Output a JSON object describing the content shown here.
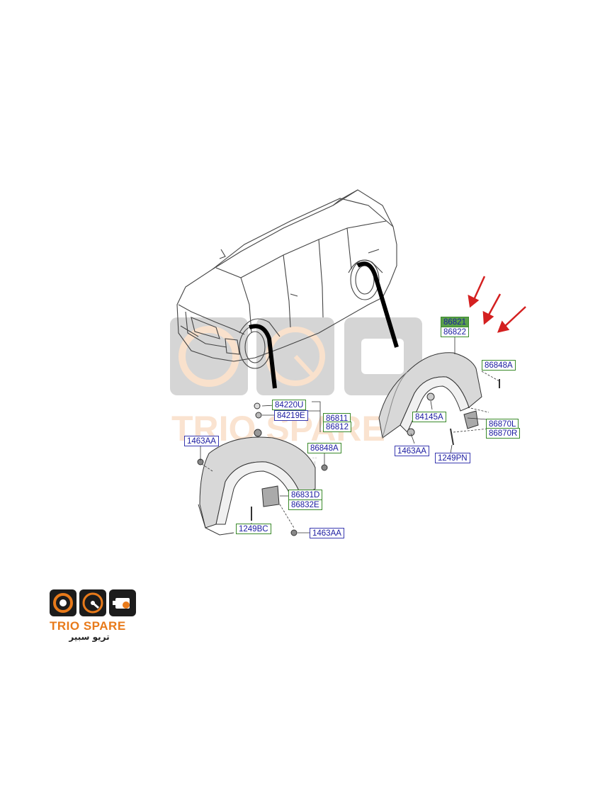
{
  "labels": {
    "front_upper_part": "86821",
    "front_lower_part": "86822",
    "front_clip_right": "86848A",
    "front_nut": "84145A",
    "front_flap_l": "86870L",
    "front_flap_r": "86870R",
    "front_bolt_left": "1463AA",
    "front_screw": "1249PN",
    "rear_part_top": "84220U",
    "rear_part_second": "84219E",
    "rear_upper": "86811",
    "rear_lower": "86812",
    "rear_bolt_left": "1463AA",
    "rear_clip": "86848A",
    "rear_flap_upper": "86831D",
    "rear_flap_lower": "86832E",
    "rear_screw": "1249BC",
    "rear_bolt_bottom": "1463AA"
  },
  "watermark": {
    "brand": "TRIO SPARE",
    "arabic": "تريو سبير"
  },
  "logo": {
    "brand_trio": "TRIO",
    "brand_spare": "SPARE",
    "arabic": "تريو سبير"
  },
  "colors": {
    "label_text": "#1a1aa0",
    "label_border_green": "#3a8a2a",
    "label_border_blue": "#3a3ab0",
    "arrow": "#d42020",
    "brand_orange": "#e87a1a"
  },
  "icons": [
    "gear-speaker-icon",
    "speedometer-icon",
    "engine-icon"
  ]
}
